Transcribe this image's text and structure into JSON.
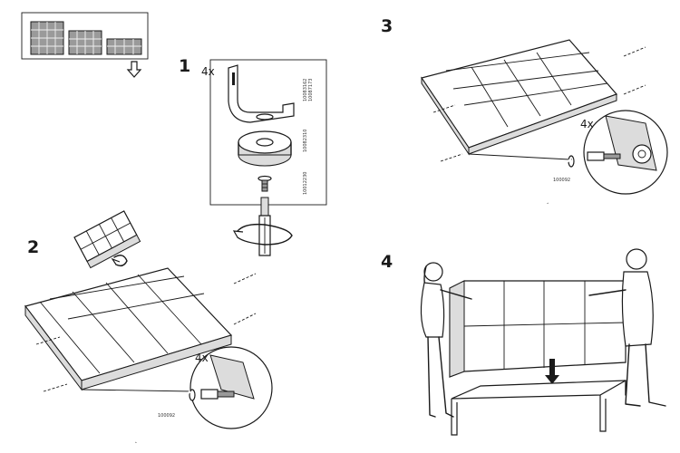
{
  "steps": [
    {
      "number": "1",
      "quantity": "4x",
      "part_numbers": [
        "10083162",
        "10087173"
      ],
      "part_number_2": "10082310",
      "part_number_3": "10012230"
    },
    {
      "number": "2",
      "quantity": "4x",
      "tool_label": "100092"
    },
    {
      "number": "3",
      "quantity": "4x",
      "tool_label": "100092"
    },
    {
      "number": "4"
    }
  ],
  "icons": {
    "overview": "shelf-variants-icon",
    "arrow": "down-arrow-icon",
    "hex_key": "allen-key-icon",
    "screwdriver": "screwdriver-icon"
  }
}
